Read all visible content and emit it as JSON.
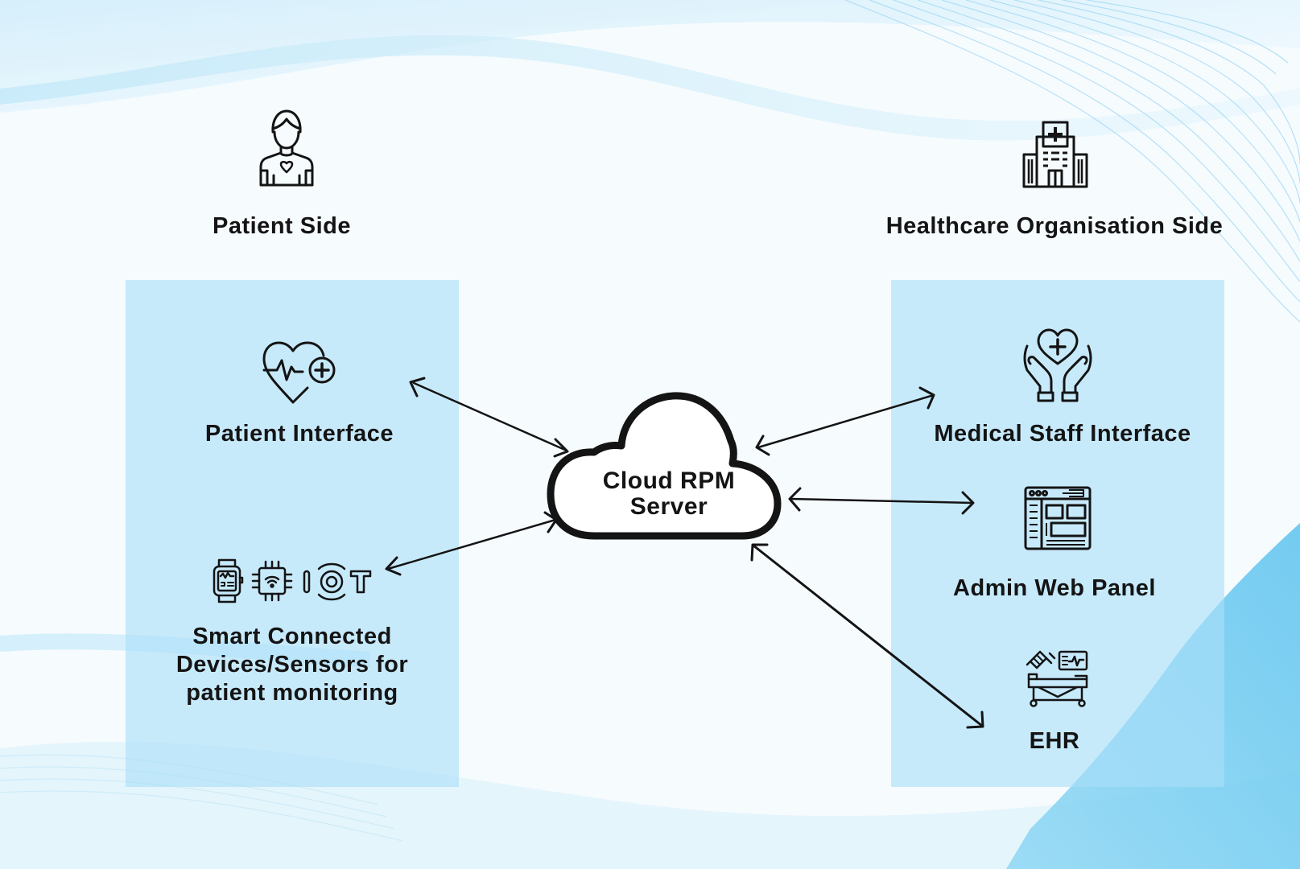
{
  "diagram": {
    "patient_side": {
      "title": "Patient Side",
      "icon": "patient-icon"
    },
    "organisation_side": {
      "title": "Healthcare Organisation Side",
      "icon": "hospital-building-icon"
    },
    "patient_nodes": [
      {
        "label": "Patient Interface",
        "icon": "heart-pulse-plus-icon"
      },
      {
        "label_lines": [
          "Smart Connected",
          "Devices/Sensors for",
          "patient monitoring"
        ],
        "icon": "smart-devices-icon"
      }
    ],
    "center": {
      "label_lines": [
        "Cloud RPM",
        "Server"
      ],
      "icon": "cloud-icon"
    },
    "organisation_nodes": [
      {
        "label": "Medical Staff Interface",
        "icon": "hands-heart-icon"
      },
      {
        "label": "Admin Web Panel",
        "icon": "web-panel-icon"
      },
      {
        "label": "EHR",
        "icon": "hospital-bed-monitor-icon"
      }
    ],
    "colors": {
      "panel": "#aadef8",
      "accent_wave": "#6cc8ee",
      "text": "#141414"
    }
  }
}
